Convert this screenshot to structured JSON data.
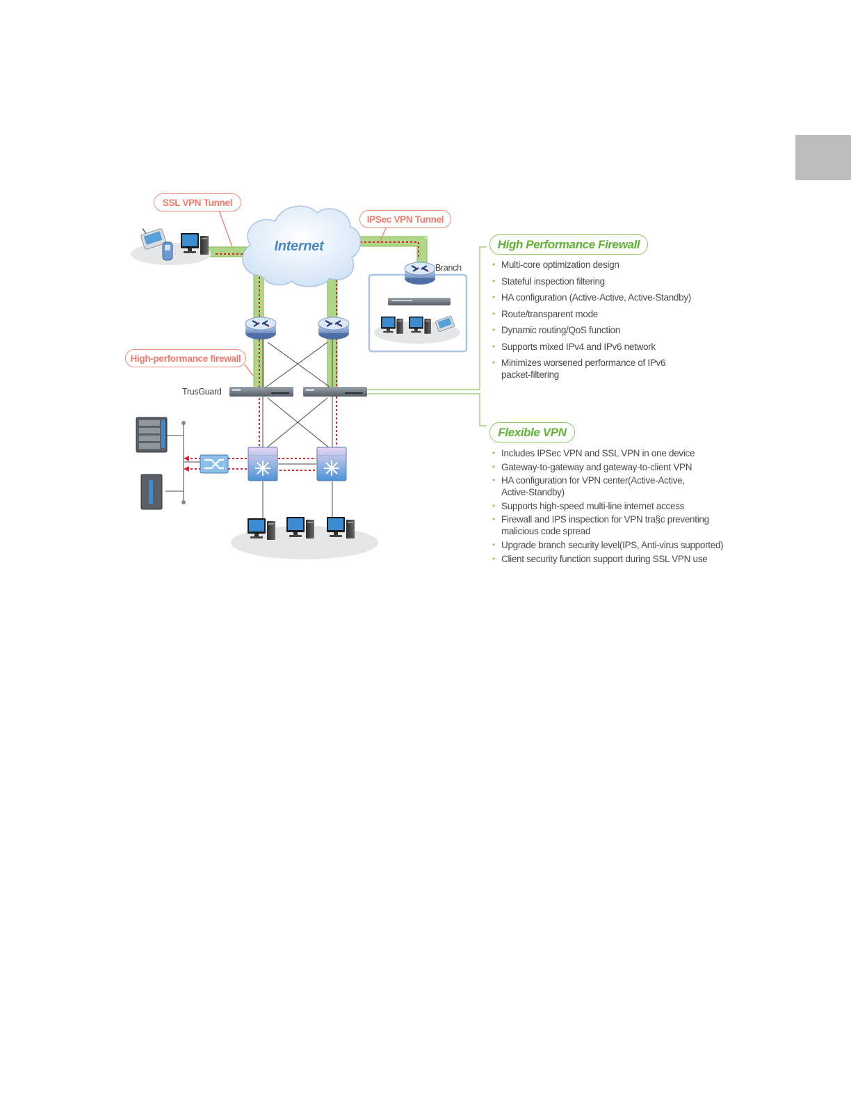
{
  "internet": "Internet",
  "callouts": {
    "ssl_vpn_tunnel": "SSL VPN Tunnel",
    "ipsec_vpn_tunnel": "IPSec VPN Tunnel",
    "high_performance_firewall": "High-performance firewall"
  },
  "labels": {
    "branch": "Branch",
    "trusguard": "TrusGuard"
  },
  "firewall_section": {
    "title": "High Performance Firewall",
    "items": [
      "Multi-core optimization design",
      "Stateful inspection filtering",
      "HA configuration (Active-Active, Active-Standby)",
      "Route/transparent mode",
      "Dynamic routing/QoS function",
      "Supports mixed IPv4 and IPv6 network",
      "Minimizes worsened performance of IPv6 packet-filtering"
    ]
  },
  "vpn_section": {
    "title": "Flexible VPN",
    "items": [
      "Includes IPSec VPN and SSL VPN in one device",
      "Gateway-to-gateway and gateway-to-client VPN",
      "HA configuration for VPN center(Active-Active, Active-Standby)",
      "Supports high-speed multi-line internet access",
      "Firewall and IPS inspection for VPN tra§c preventing malicious code spread",
      "Upgrade branch security level(IPS, Anti-virus supported)",
      "Client security function support during SSL VPN use"
    ]
  },
  "colors": {
    "tunnel_green": "#a6d27c",
    "tunnel_red": "#d9232f",
    "callout_red": "#f08a7c",
    "heading_green": "#5fb235",
    "internet_blue": "#4f86c6",
    "side_tab": "#bdbdbd"
  },
  "icons": [
    "router-icon",
    "firewall-appliance-icon",
    "switch-icon",
    "server-icon",
    "desktop-pc-icon",
    "pda-icon",
    "cloud-icon"
  ]
}
